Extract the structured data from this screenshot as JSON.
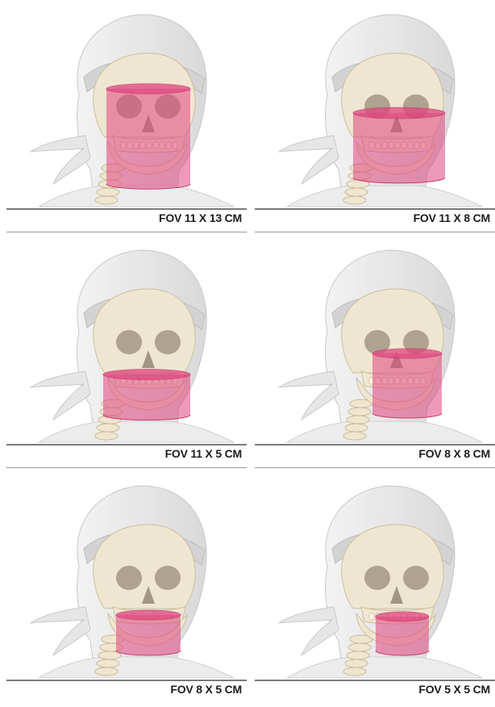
{
  "panels": [
    {
      "caption": "FOV 11 X 13 CM",
      "fov": {
        "width_cm": 11,
        "height_cm": 13
      }
    },
    {
      "caption": "FOV 11 X 8 CM",
      "fov": {
        "width_cm": 11,
        "height_cm": 8
      }
    },
    {
      "caption": "FOV 11 X 5 CM",
      "fov": {
        "width_cm": 11,
        "height_cm": 5
      }
    },
    {
      "caption": "FOV 8 X 8 CM",
      "fov": {
        "width_cm": 8,
        "height_cm": 8
      }
    },
    {
      "caption": "FOV 8 X 5 CM",
      "fov": {
        "width_cm": 8,
        "height_cm": 5
      }
    },
    {
      "caption": "FOV 5 X 5 CM",
      "fov": {
        "width_cm": 5,
        "height_cm": 5
      }
    }
  ],
  "colors": {
    "fov_cylinder": "#e0457f",
    "bone": "#efe6d2",
    "head_silhouette": "#e6e6e6"
  }
}
